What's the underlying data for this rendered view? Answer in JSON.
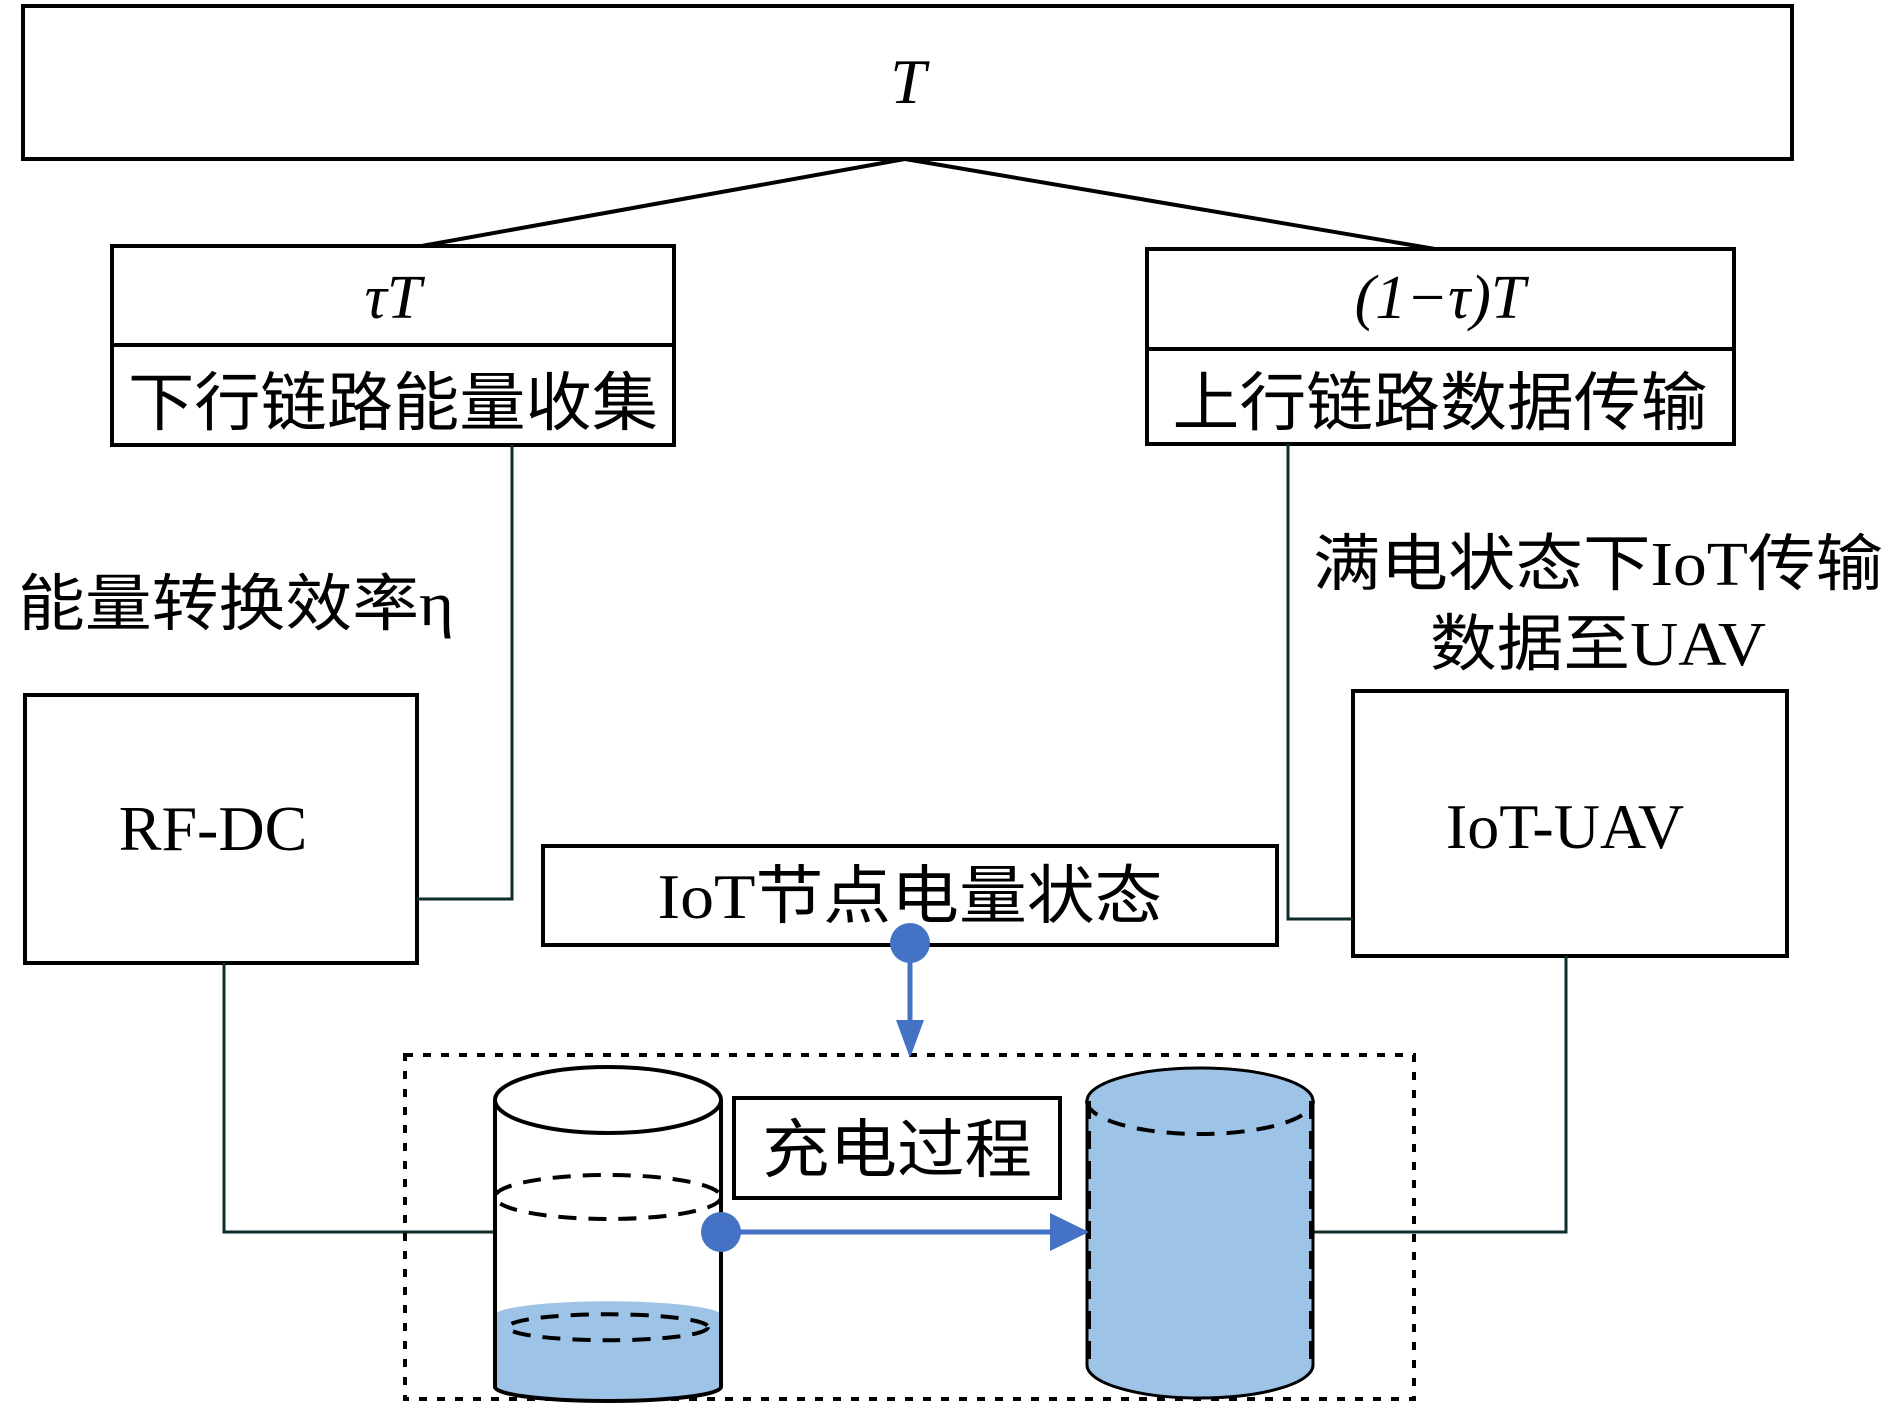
{
  "colors": {
    "accent_blue": "#4472C4",
    "battery_fill": "#9DC3E6",
    "connector": "#0E2E2E",
    "stroke": "#000000"
  },
  "period": {
    "label": "T"
  },
  "downlink": {
    "duration_label": "τT",
    "phase_label": "下行链路能量收集"
  },
  "uplink": {
    "duration_label": "(1−τ)T",
    "phase_label": "上行链路数据传输"
  },
  "efficiency_label": "能量转换效率η",
  "rf_dc": {
    "label": "RF-DC"
  },
  "iot_uav": {
    "label": "IoT-UAV"
  },
  "full_charge_note": {
    "line1": "满电状态下IoT传输",
    "line2": "数据至UAV"
  },
  "node_status": {
    "label": "IoT节点电量状态"
  },
  "charging": {
    "label": "充电过程",
    "battery_low_level": 0.25,
    "battery_full_level": 1.0
  }
}
